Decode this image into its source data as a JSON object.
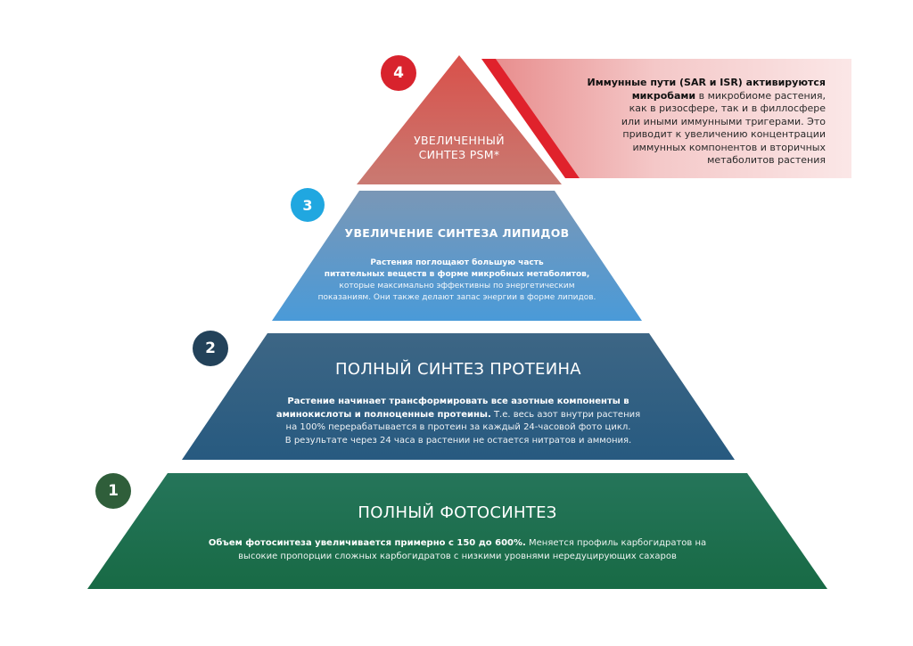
{
  "levels": [
    {
      "number": "1",
      "title": "ПОЛНЫЙ ФОТОСИНТЕЗ",
      "desc_bold": "Объем фотосинтеза увеличивается примерно с 150 до 600%.",
      "desc_rest_a": " Меняется профиль карбогидратов на",
      "desc_rest_b": "высокие пропорции сложных карбогидратов с низкими уровнями нередуцирующих сахаров"
    },
    {
      "number": "2",
      "title": "ПОЛНЫЙ СИНТЕЗ ПРОТЕИНА",
      "desc_bold_a": "Растение начинает трансформировать все азотные компоненты в",
      "desc_bold_b": "аминокислоты и полноценные протеины.",
      "desc_rest_a": " Т.е. весь азот внутри растения",
      "desc_rest_b": "на 100% перерабатывается в протеин за каждый 24-часовой фото цикл.",
      "desc_rest_c": "В результате через 24 часа в растении не остается нитратов и аммония."
    },
    {
      "number": "3",
      "title": "УВЕЛИЧЕНИЕ СИНТЕЗА ЛИПИДОВ",
      "desc_bold_a": "Растения поглощают большую часть",
      "desc_bold_b": "питательных веществ в форме микробных метаболитов,",
      "desc_rest_a": "которые максимально эффективны по энергетическим",
      "desc_rest_b": "показаниям. Они также делают запас энергии в форме липидов."
    },
    {
      "number": "4",
      "title_a": "УВЕЛИЧЕННЫЙ",
      "title_b": "СИНТЕЗ PSM*"
    }
  ],
  "callout": {
    "bold_a": "Иммунные пути (SAR и ISR) активируются",
    "bold_b": "микробами",
    "rest_a": " в микробиоме растения,",
    "line_2": "как в ризосфере, так и в филлосфере",
    "line_3": "или иными иммунными тригерами. Это",
    "line_4": "приводит к увеличению концентрации",
    "line_5": "иммунных компонентов и вторичных",
    "line_6": "метаболитов растения"
  },
  "colors": {
    "level1": "#1e6b4b",
    "level2": "#2d5d80",
    "level3": "#4f8fc7",
    "level4": "#cc5a55",
    "badge1": "#2f5e3a",
    "badge2": "#23425a",
    "badge3": "#20a7e0",
    "badge4": "#d8232d",
    "callout": "#f2b9b9",
    "stripe": "#e0222c"
  }
}
